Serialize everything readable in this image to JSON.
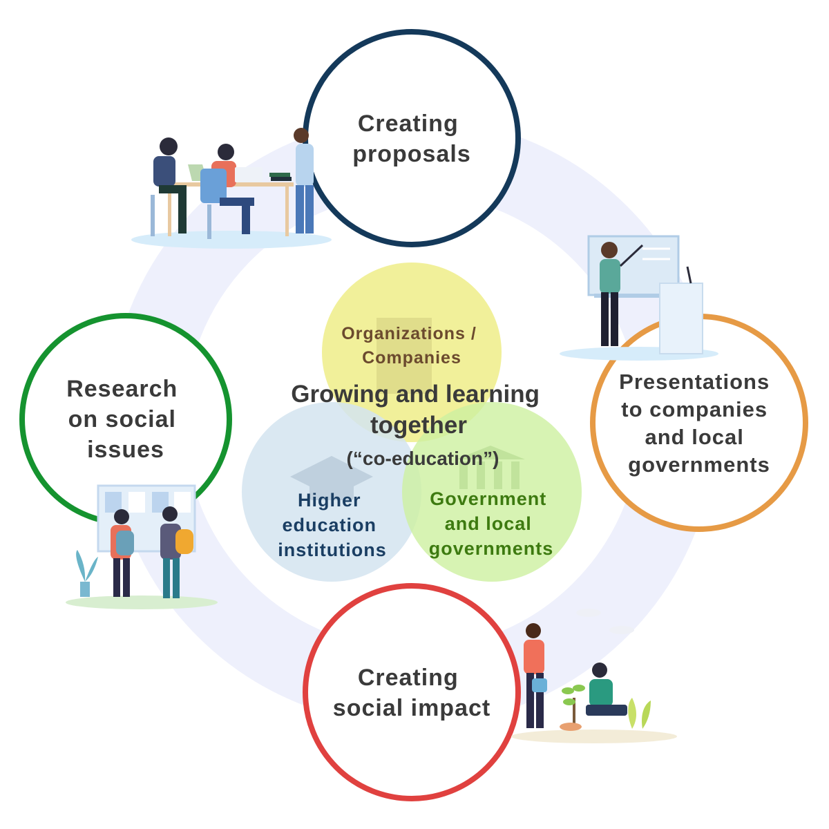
{
  "center": {
    "title_line1": "Growing and learning",
    "title_line2": "together",
    "subtitle": "(“co-education”)"
  },
  "venn": {
    "organizations": {
      "line1": "Organizations /",
      "line2": "Companies",
      "icon": "building-icon",
      "color": "#f0ee8f",
      "text_color": "#6b4a2e"
    },
    "higher_education": {
      "line1": "Higher",
      "line2": "education",
      "line3": "institutions",
      "icon": "graduation-cap-icon",
      "color": "#d4e4f0",
      "text_color": "#1a3e63"
    },
    "government": {
      "line1": "Government",
      "line2": "and local",
      "line3": "governments",
      "icon": "government-building-icon",
      "color": "#cdf0a0",
      "text_color": "#3d7a10"
    }
  },
  "cycle": {
    "creating_proposals": {
      "line1": "Creating",
      "line2": "proposals",
      "color": "#14395a"
    },
    "presentations": {
      "line1": "Presentations",
      "line2": "to companies",
      "line3": "and local",
      "line4": "governments",
      "color": "#e69a45"
    },
    "creating_social_impact": {
      "line1": "Creating",
      "line2": "social impact",
      "color": "#e0413f"
    },
    "research": {
      "line1": "Research",
      "line2": "on social",
      "line3": "issues",
      "color": "#15932f"
    }
  },
  "colors": {
    "ring": "#eef0fc",
    "label_text": "#3a3a3a"
  }
}
